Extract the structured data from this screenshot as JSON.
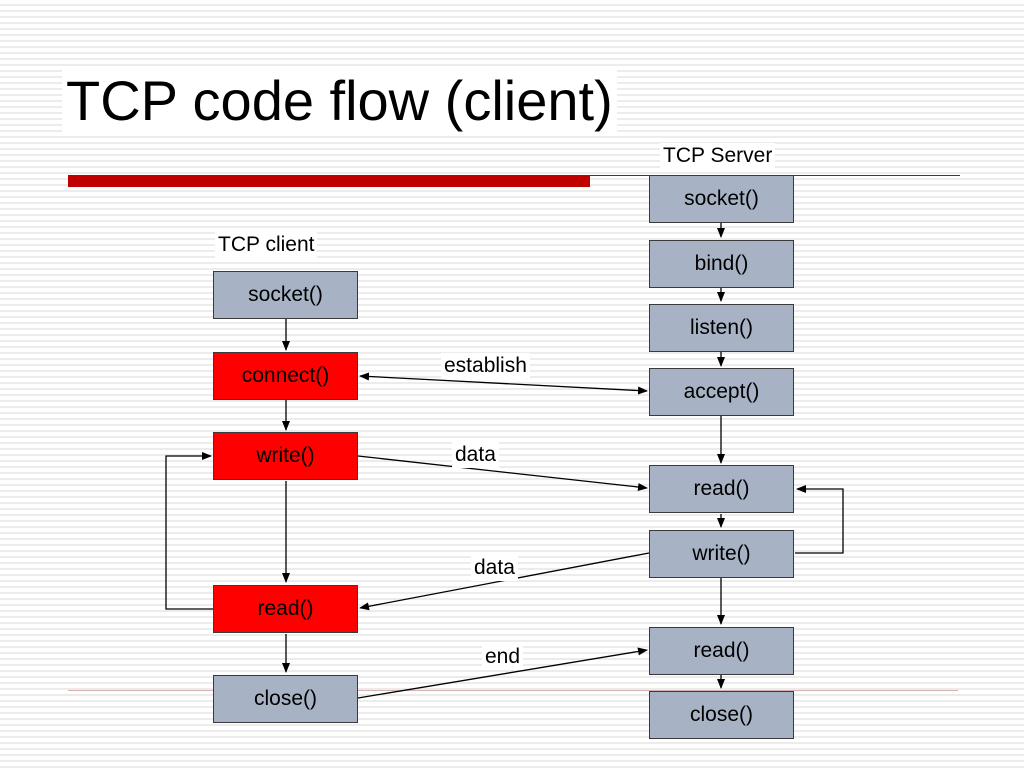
{
  "slide": {
    "title": "TCP code flow (client)"
  },
  "client": {
    "label": "TCP client",
    "steps": [
      {
        "label": "socket()",
        "highlight": false
      },
      {
        "label": "connect()",
        "highlight": true
      },
      {
        "label": "write()",
        "highlight": true
      },
      {
        "label": "read()",
        "highlight": true
      },
      {
        "label": "close()",
        "highlight": false
      }
    ]
  },
  "server": {
    "label": "TCP Server",
    "steps": [
      {
        "label": "socket()"
      },
      {
        "label": "bind()"
      },
      {
        "label": "listen()"
      },
      {
        "label": "accept()"
      },
      {
        "label": "read()"
      },
      {
        "label": "write()"
      },
      {
        "label": "read()"
      },
      {
        "label": "close()"
      }
    ]
  },
  "messages": [
    {
      "label": "establish",
      "from": "client.connect()",
      "to": "server.accept()",
      "bidirectional": true
    },
    {
      "label": "data",
      "from": "client.write()",
      "to": "server.read()",
      "bidirectional": false
    },
    {
      "label": "data",
      "from": "server.write()",
      "to": "client.read()",
      "bidirectional": false
    },
    {
      "label": "end",
      "from": "client.close()",
      "to": "server.read()",
      "bidirectional": false
    }
  ],
  "colors": {
    "accent_red": "#c00000",
    "box_grey": "#a7b3c4",
    "box_red": "#ff0000"
  }
}
